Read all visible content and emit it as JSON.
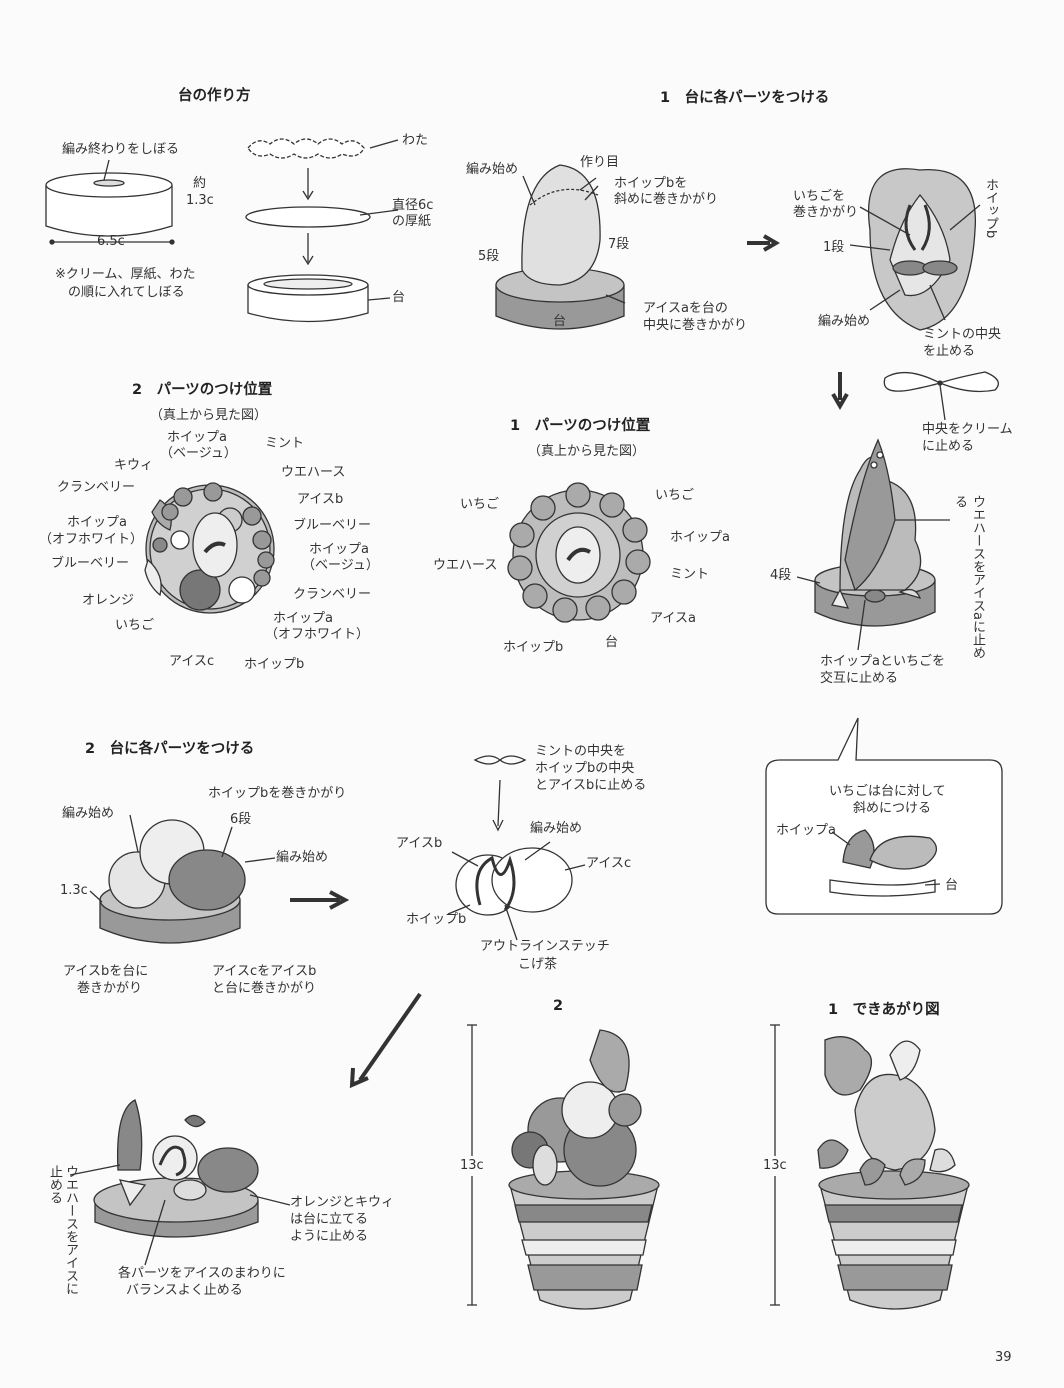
{
  "page_number": "39",
  "base_section": {
    "title": "台の作り方",
    "labels": {
      "tie_end": "編み終わりをしぼる",
      "height_a": "約",
      "height_b": "1.3c",
      "width": "6.5c",
      "note_1": "※クリーム、厚紙、わた",
      "note_2": "の順に入れてしぼる",
      "cotton": "わた",
      "card_1": "直径6c",
      "card_2": "の厚紙",
      "base": "台"
    }
  },
  "attach_1": {
    "title": "1　台に各パーツをつける",
    "labels": {
      "start": "編み始め",
      "start2": "編み始め",
      "made": "作り目",
      "whip_b_1": "ホイップbを",
      "whip_b_2": "斜めに巻きかがり",
      "row5": "5段",
      "row7": "7段",
      "base": "台",
      "ice_a_1": "アイスaを台の",
      "ice_a_2": "中央に巻きかがり",
      "straw_1": "いちごを",
      "straw_2": "巻きかがり",
      "whip_b_v": "ホイップb",
      "row1": "1段",
      "mint_1": "ミントの中央",
      "mint_2": "を止める",
      "cream_1": "中央をクリーム",
      "cream_2": "に止める",
      "wafer_v": "ウエハースをアイスaに止める",
      "row4": "4段",
      "alt_1": "ホイップaといちごを",
      "alt_2": "交互に止める"
    }
  },
  "position_2": {
    "title": "2　パーツのつけ位置",
    "subtitle": "（真上から見た図）",
    "labels": {
      "whip_a_beige": "ホイップa",
      "whip_a_beige_2": "（ベージュ）",
      "mint": "ミント",
      "kiwi": "キウィ",
      "wafer": "ウエハース",
      "cranberry_l": "クランベリー",
      "ice_b": "アイスb",
      "whip_a_off": "ホイップa",
      "whip_a_off_2": "（オフホワイト）",
      "blueberry_r": "ブルーベリー",
      "whip_a_beige_r": "ホイップa",
      "whip_a_beige_r2": "（ベージュ）",
      "blueberry_l": "ブルーベリー",
      "orange": "オレンジ",
      "cranberry_r": "クランベリー",
      "strawberry": "いちご",
      "whip_a_off_r": "ホイップa",
      "whip_a_off_r2": "（オフホワイト）",
      "ice_c": "アイスc",
      "whip_b": "ホイップb"
    }
  },
  "position_1": {
    "title": "1　パーツのつけ位置",
    "subtitle": "（真上から見た図）",
    "labels": {
      "straw_l": "いちご",
      "straw_r": "いちご",
      "whip_a": "ホイップa",
      "wafer": "ウエハース",
      "mint": "ミント",
      "ice_a": "アイスa",
      "whip_b": "ホイップb",
      "base": "台"
    }
  },
  "attach_2": {
    "title": "2　台に各パーツをつける",
    "labels": {
      "whip_b": "ホイップbを巻きかがり",
      "start_l": "編み始め",
      "row6": "6段",
      "start_r": "編み始め",
      "h": "1.3c",
      "ice_b_1": "アイスbを台に",
      "ice_b_2": "巻きかがり",
      "ice_c_1": "アイスcをアイスb",
      "ice_c_2": "と台に巻きかがり",
      "mint_1": "ミントの中央を",
      "mint_2": "ホイップbの中央",
      "mint_3": "とアイスbに止める",
      "start_m": "編み始め",
      "ice_b": "アイスb",
      "ice_c": "アイスc",
      "whip_b_m": "ホイップb",
      "stitch_1": "アウトラインステッチ",
      "stitch_2": "こげ茶",
      "wafer_v": "ウエハースをアイスに止める",
      "orange_1": "オレンジとキウィ",
      "orange_2": "は台に立てる",
      "orange_3": "ように止める",
      "parts_1": "各パーツをアイスのまわりに",
      "parts_2": "バランスよく止める"
    }
  },
  "callout": {
    "line_1": "いちごは台に対して",
    "line_2": "斜めにつける",
    "whip_a": "ホイップa",
    "base": "台"
  },
  "finished": {
    "label_2": "2",
    "label_1": "1　できあがり図",
    "height_2": "13c",
    "height_1": "13c"
  }
}
